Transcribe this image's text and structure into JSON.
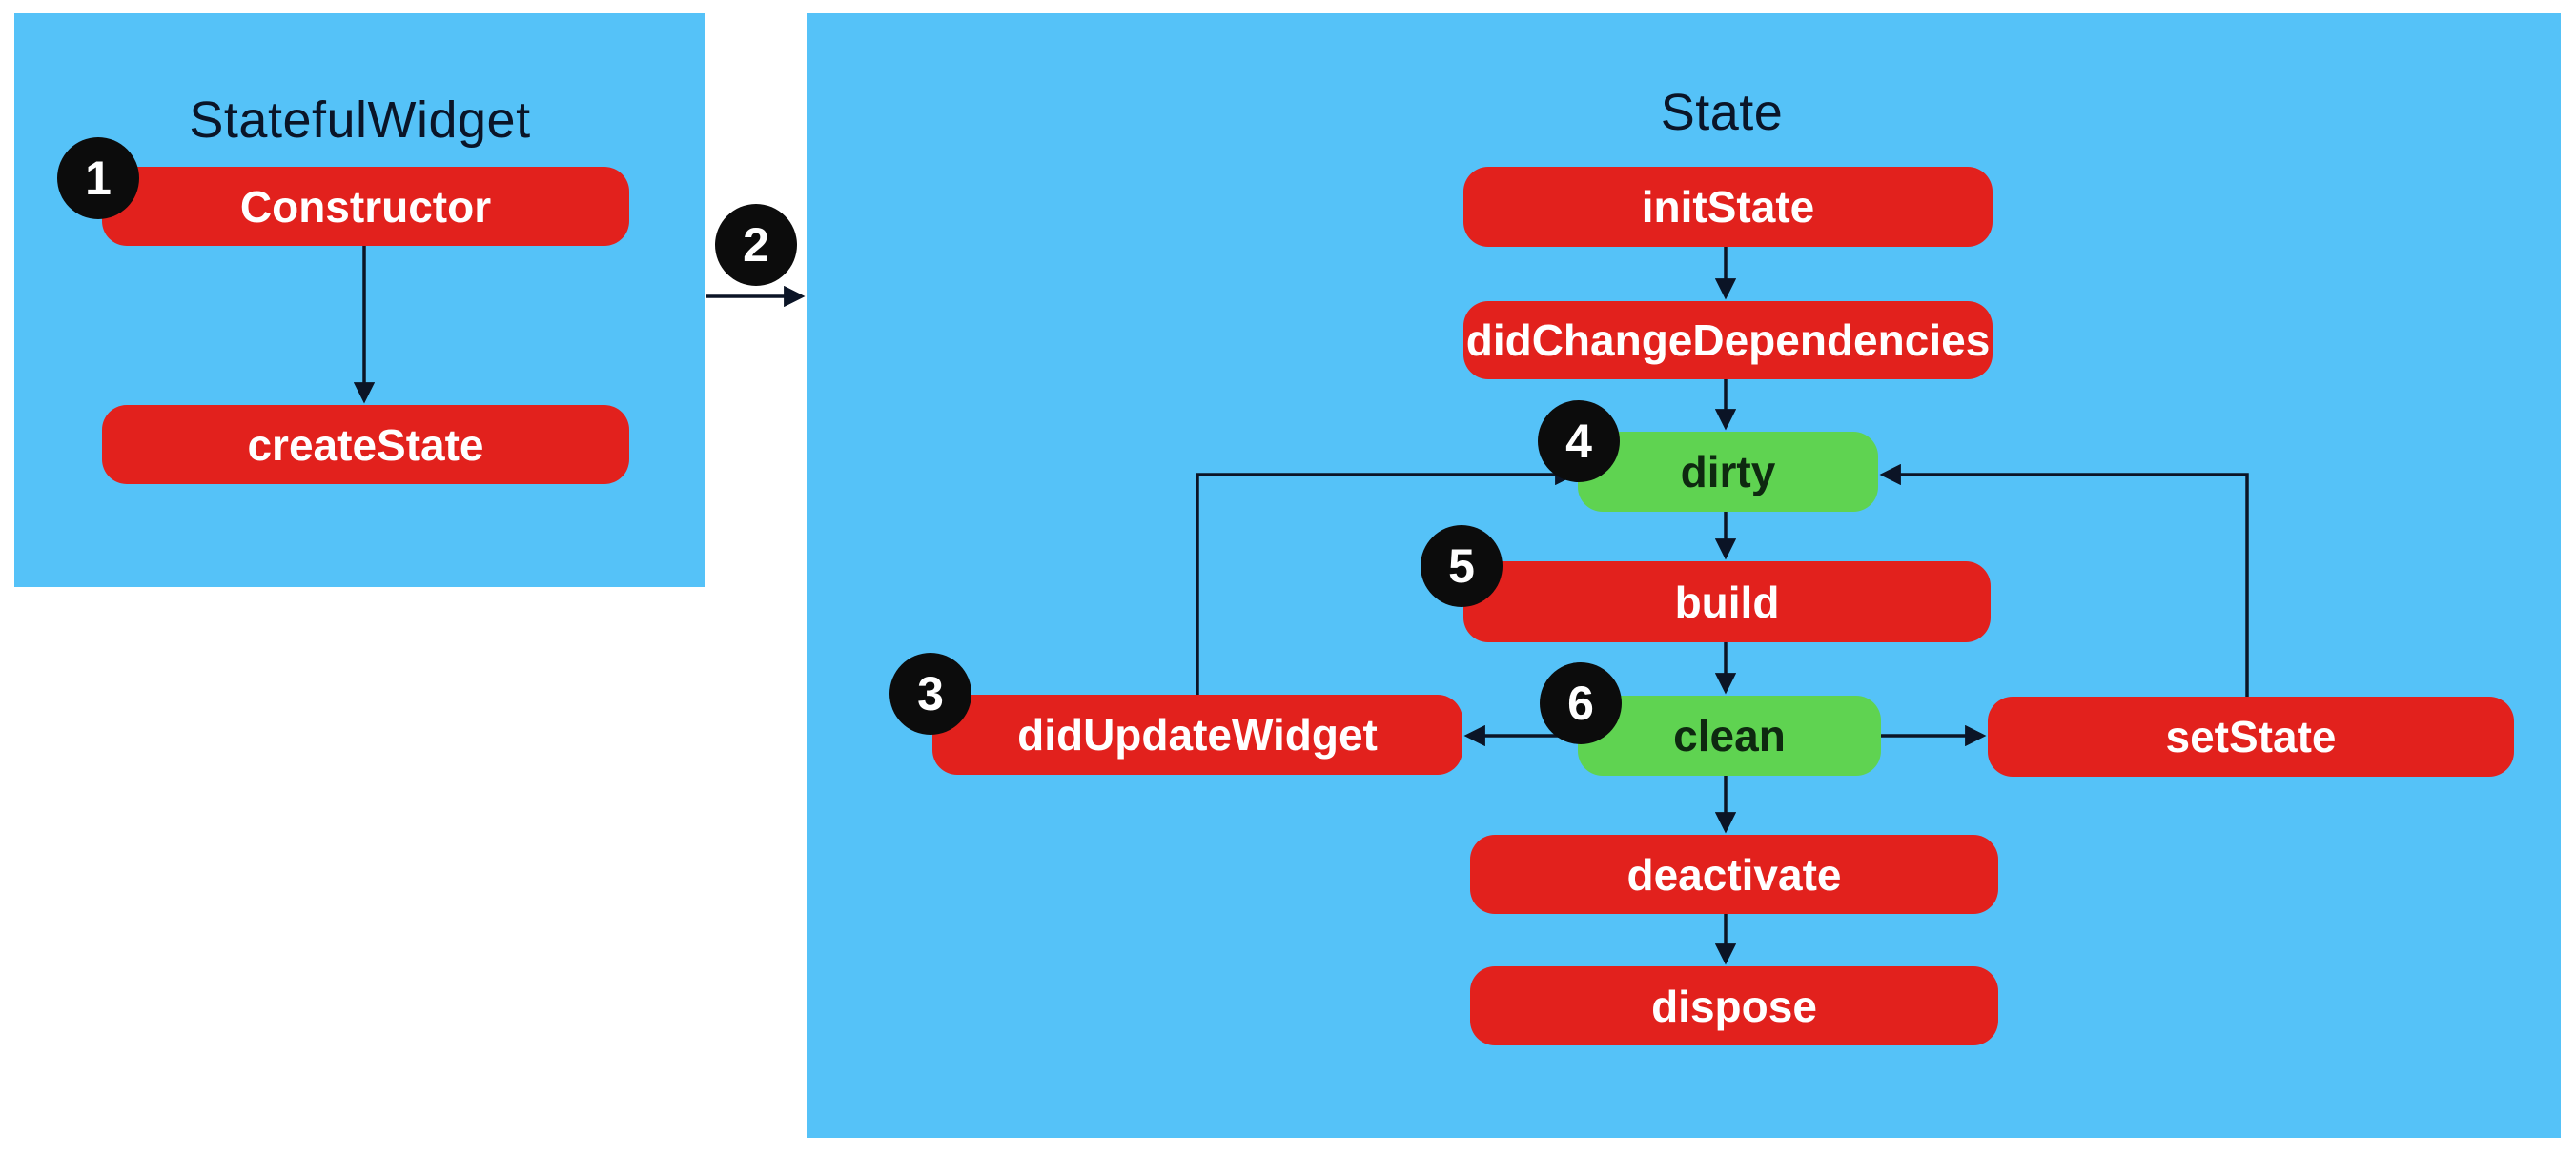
{
  "diagram": {
    "panels": {
      "stateful_widget": {
        "title": "StatefulWidget"
      },
      "state": {
        "title": "State"
      }
    },
    "nodes": {
      "constructor": {
        "label": "Constructor",
        "color": "red"
      },
      "create_state": {
        "label": "createState",
        "color": "red"
      },
      "init_state": {
        "label": "initState",
        "color": "red"
      },
      "did_change_dependencies": {
        "label": "didChangeDependencies",
        "color": "red"
      },
      "dirty": {
        "label": "dirty",
        "color": "green"
      },
      "build": {
        "label": "build",
        "color": "red"
      },
      "did_update_widget": {
        "label": "didUpdateWidget",
        "color": "red"
      },
      "clean": {
        "label": "clean",
        "color": "green"
      },
      "set_state": {
        "label": "setState",
        "color": "red"
      },
      "deactivate": {
        "label": "deactivate",
        "color": "red"
      },
      "dispose": {
        "label": "dispose",
        "color": "red"
      }
    },
    "badges": [
      {
        "number": "1",
        "attached_to": "constructor"
      },
      {
        "number": "2",
        "attached_to": "create_state_to_init_state_arrow"
      },
      {
        "number": "3",
        "attached_to": "did_update_widget"
      },
      {
        "number": "4",
        "attached_to": "dirty"
      },
      {
        "number": "5",
        "attached_to": "build"
      },
      {
        "number": "6",
        "attached_to": "clean"
      }
    ],
    "edges": [
      {
        "from": "constructor",
        "to": "create_state"
      },
      {
        "from": "create_state",
        "to": "init_state"
      },
      {
        "from": "init_state",
        "to": "did_change_dependencies"
      },
      {
        "from": "did_change_dependencies",
        "to": "dirty"
      },
      {
        "from": "dirty",
        "to": "build"
      },
      {
        "from": "build",
        "to": "clean"
      },
      {
        "from": "clean",
        "to": "did_update_widget"
      },
      {
        "from": "clean",
        "to": "set_state"
      },
      {
        "from": "clean",
        "to": "deactivate"
      },
      {
        "from": "deactivate",
        "to": "dispose"
      },
      {
        "from": "did_update_widget",
        "to": "dirty"
      },
      {
        "from": "set_state",
        "to": "dirty"
      }
    ],
    "colors": {
      "panel_blue": "#55C2F8",
      "node_red": "#E2211D",
      "node_green": "#5FD351",
      "badge_black": "#0C0C0C",
      "arrow": "#0B1426",
      "title_text": "#0A1528",
      "red_node_text": "#FFFFFF",
      "green_node_text": "#0E2910",
      "page_background": "#FFFFFF"
    }
  }
}
